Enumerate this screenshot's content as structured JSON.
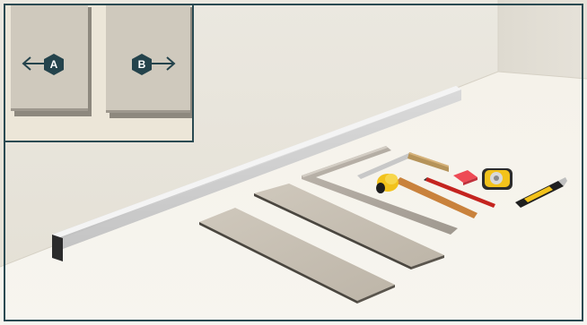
{
  "colors": {
    "frame": "#2a4a52",
    "wall": "#e9e5dc",
    "floor": "#f4f1e9",
    "hex_badge": "#24434c",
    "arrow": "#24434c"
  },
  "inset": {
    "panel_a": {
      "label": "A",
      "arrow_direction": "left"
    },
    "panel_b": {
      "label": "B",
      "arrow_direction": "right"
    }
  },
  "scene": {
    "items": [
      "aluminium-straightedge",
      "laminate-planks",
      "steel-square",
      "try-square",
      "rubber-mallet",
      "carpenter-pencil",
      "eraser",
      "tape-measure",
      "utility-knife"
    ]
  }
}
